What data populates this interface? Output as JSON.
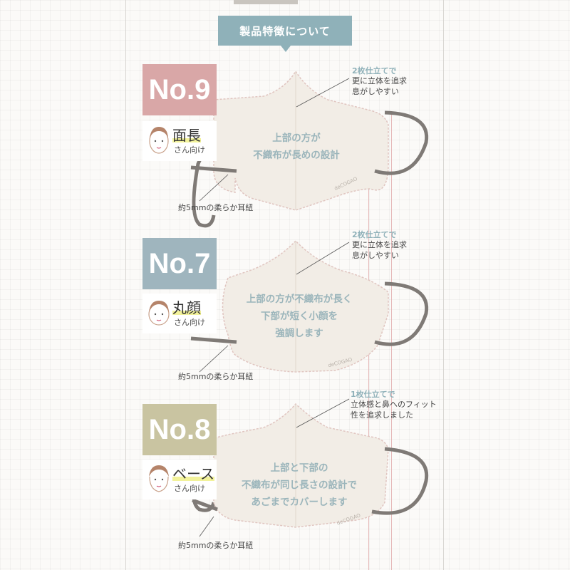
{
  "banner": {
    "title": "製品特徴について"
  },
  "colors": {
    "no9": "#d9a7a7",
    "no7": "#9fb5be",
    "no8": "#c9c4a1",
    "banner": "#8fb1b9",
    "mask_fill": "#f2ede6",
    "ear_loop": "#7f7a76",
    "accent_text": "#9bb5bb"
  },
  "products": [
    {
      "model": "No.9",
      "face_type": "面長",
      "face_suffix": "さん向け",
      "feature_lines": [
        "上部の方が",
        "不織布が長めの設計"
      ],
      "annotation_title": "2枚仕立てで",
      "annotation_lines": [
        "更に立体を追求",
        "息がしやすい"
      ],
      "ear_note": "約5mmの柔らか耳紐",
      "logo": "deCOGAO"
    },
    {
      "model": "No.7",
      "face_type": "丸顔",
      "face_suffix": "さん向け",
      "feature_lines": [
        "上部の方が不織布が長く",
        "下部が短く小顔を",
        "強調します"
      ],
      "annotation_title": "2枚仕立てで",
      "annotation_lines": [
        "更に立体を追求",
        "息がしやすい"
      ],
      "ear_note": "約5mmの柔らか耳紐",
      "logo": "deCOGAO"
    },
    {
      "model": "No.8",
      "face_type": "ベース",
      "face_suffix": "さん向け",
      "feature_lines": [
        "上部と下部の",
        "不織布が同じ長さの設計で",
        "あごまでカバーします"
      ],
      "annotation_title": "1枚仕立てで",
      "annotation_lines": [
        "立体感と鼻へのフィット",
        "性を追求しました"
      ],
      "ear_note": "約5mmの柔らか耳紐",
      "logo": "deCOGAO"
    }
  ]
}
